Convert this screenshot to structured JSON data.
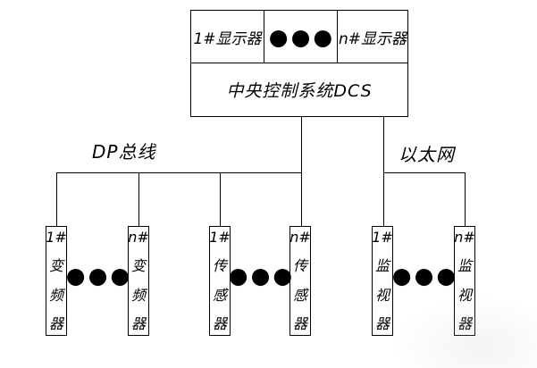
{
  "colors": {
    "line": "#000000",
    "background": "#ffffff"
  },
  "central_system": {
    "display_first": "1#显示器",
    "display_ellipsis": "●●●",
    "display_last": "n#显示器",
    "title": "中央控制系统DCS"
  },
  "bus_labels": {
    "left": "DP总线",
    "right": "以太网"
  },
  "devices": [
    {
      "full": "1#变频器",
      "lines": [
        "1#",
        "变",
        "频",
        "器"
      ]
    },
    {
      "full": "n#变频器",
      "lines": [
        "n#",
        "变",
        "频",
        "器"
      ]
    },
    {
      "full": "1#传感器",
      "lines": [
        "1#",
        "传",
        "感",
        "器"
      ]
    },
    {
      "full": "n#传感器",
      "lines": [
        "n#",
        "传",
        "感",
        "器"
      ]
    },
    {
      "full": "1#监视器",
      "lines": [
        "1#",
        "监",
        "视",
        "器"
      ]
    },
    {
      "full": "n#监视器",
      "lines": [
        "n#",
        "监",
        "视",
        "器"
      ]
    }
  ],
  "device_ellipses": [
    "●●●",
    "●●●",
    "●●●"
  ]
}
